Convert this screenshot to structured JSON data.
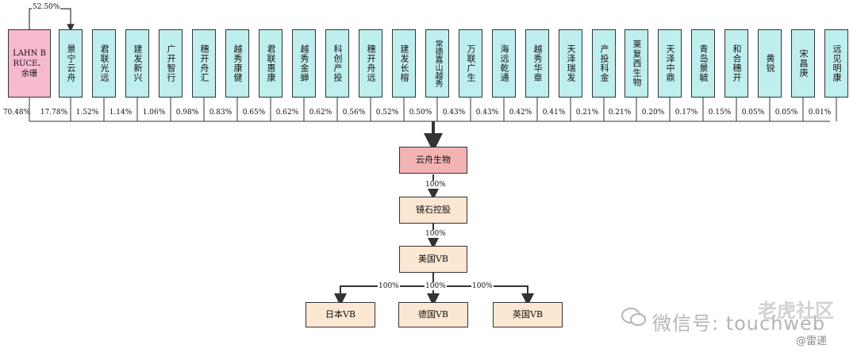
{
  "top_label": "52.50%",
  "main_holder": {
    "name": "LAHN BRUCE、余珊",
    "pct": "70.48%"
  },
  "holders": [
    {
      "name": "景宁云舟",
      "pct": "17.78%"
    },
    {
      "name": "君联光远",
      "pct": "1.52%"
    },
    {
      "name": "建发新兴",
      "pct": "1.14%"
    },
    {
      "name": "广开智行",
      "pct": "1.06%"
    },
    {
      "name": "穗开舟汇",
      "pct": "0.98%"
    },
    {
      "name": "越秀康健",
      "pct": "0.83%"
    },
    {
      "name": "君联惠康",
      "pct": "0.65%"
    },
    {
      "name": "越秀金蝉",
      "pct": "0.62%"
    },
    {
      "name": "科创产投",
      "pct": "0.62%"
    },
    {
      "name": "穗开舟远",
      "pct": "0.56%"
    },
    {
      "name": "建发长榕",
      "pct": "0.52%"
    },
    {
      "name": "常德嘉山越秀",
      "pct": "0.50%"
    },
    {
      "name": "万联广生",
      "pct": "0.43%"
    },
    {
      "name": "海远乾通",
      "pct": "0.43%"
    },
    {
      "name": "越秀华章",
      "pct": "0.42%"
    },
    {
      "name": "天泽瑞发",
      "pct": "0.41%"
    },
    {
      "name": "产投科金",
      "pct": "0.21%"
    },
    {
      "name": "莱复西生物",
      "pct": "0.21%"
    },
    {
      "name": "天泽中鼎",
      "pct": "0.20%"
    },
    {
      "name": "青岛景毓",
      "pct": "0.17%"
    },
    {
      "name": "和合穗开",
      "pct": "0.15%"
    },
    {
      "name": "黄锐",
      "pct": "0.05%"
    },
    {
      "name": "宋昌庚",
      "pct": "0.05%"
    },
    {
      "name": "远见明康",
      "pct": "0.01%"
    }
  ],
  "chain": {
    "company": "云舟生物",
    "pct1": "100%",
    "parent2": "镜石控股",
    "pct2": "100%",
    "parent3": "美国VB"
  },
  "subsidiaries": [
    {
      "name": "日本VB",
      "pct": "100%"
    },
    {
      "name": "德国VB",
      "pct": "100%"
    },
    {
      "name": "英国VB",
      "pct": "100%"
    }
  ],
  "watermark": {
    "main": "微信号: touchweb",
    "overlay": "老虎社区",
    "sub": "@雷递"
  },
  "colors": {
    "holder": "#bfeeee",
    "main_holder": "#f6b9d0",
    "company": "#f4b3b3",
    "chain": "#fbe7d2"
  }
}
